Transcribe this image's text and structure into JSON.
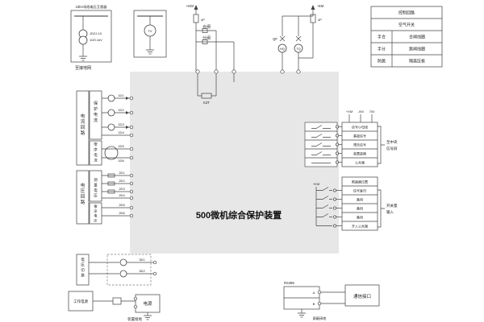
{
  "device": {
    "title": "500微机综合保护装置"
  },
  "tv_block": {
    "caption": "10kV母线电压互感器",
    "model": "JDZJ-10",
    "ratio": "10/0.1kV",
    "ground": "至接地网",
    "pt_label": "TV"
  },
  "control": {
    "pos": "+KM",
    "neg": "-KM",
    "fuse_l": "4P",
    "fuse_r": "4P",
    "close": "合闸",
    "trip": "分闸",
    "kzt": "KZT",
    "qf": "QF",
    "close_coil": "HQ",
    "trip_coil": "TQ"
  },
  "ctrl_table": {
    "rows": [
      [
        "控制回路",
        ""
      ],
      [
        "空气开关",
        ""
      ],
      [
        "手合",
        "合闸线圈"
      ],
      [
        "手分",
        "跳闸线圈"
      ],
      [
        "防跳",
        "隔离压板"
      ]
    ]
  },
  "ct_group": {
    "outer": "电流回路",
    "inner_top": "保护电流",
    "inner_bottom": "零序电流",
    "terminals": [
      "1D1",
      "1D2",
      "1D3",
      "1D4",
      "1D5",
      "1D6"
    ]
  },
  "pt_group": {
    "outer": "电压回路",
    "inner_top": "测量电压",
    "inner_bottom": "零序电压",
    "terminals": [
      "2D1",
      "2D2",
      "2D3",
      "2D4",
      "2D5",
      "2D6"
    ]
  },
  "switch_group": {
    "outer": "电压切换",
    "terminals": [
      "3D1",
      "3D2"
    ]
  },
  "signal": {
    "bus": [
      "+XM",
      "-XM",
      "700"
    ],
    "rows": [
      "信号小母线",
      "事故信号",
      "预告信号",
      "装置故障",
      "公共端"
    ],
    "note1": "至中央",
    "note2": "信号屏"
  },
  "input": {
    "header": "断路器位置",
    "rows": [
      "信号复归",
      "备用",
      "备用",
      "备用",
      "开入公共端"
    ],
    "note1": "开关量",
    "note2": "输入",
    "common": "+KM"
  },
  "power": {
    "source": "工作电源",
    "box": "电源",
    "ground": "装置接地"
  },
  "comm": {
    "label": "RS485",
    "a": "A",
    "b": "B",
    "box": "通信接口",
    "ground": "屏蔽接地"
  }
}
